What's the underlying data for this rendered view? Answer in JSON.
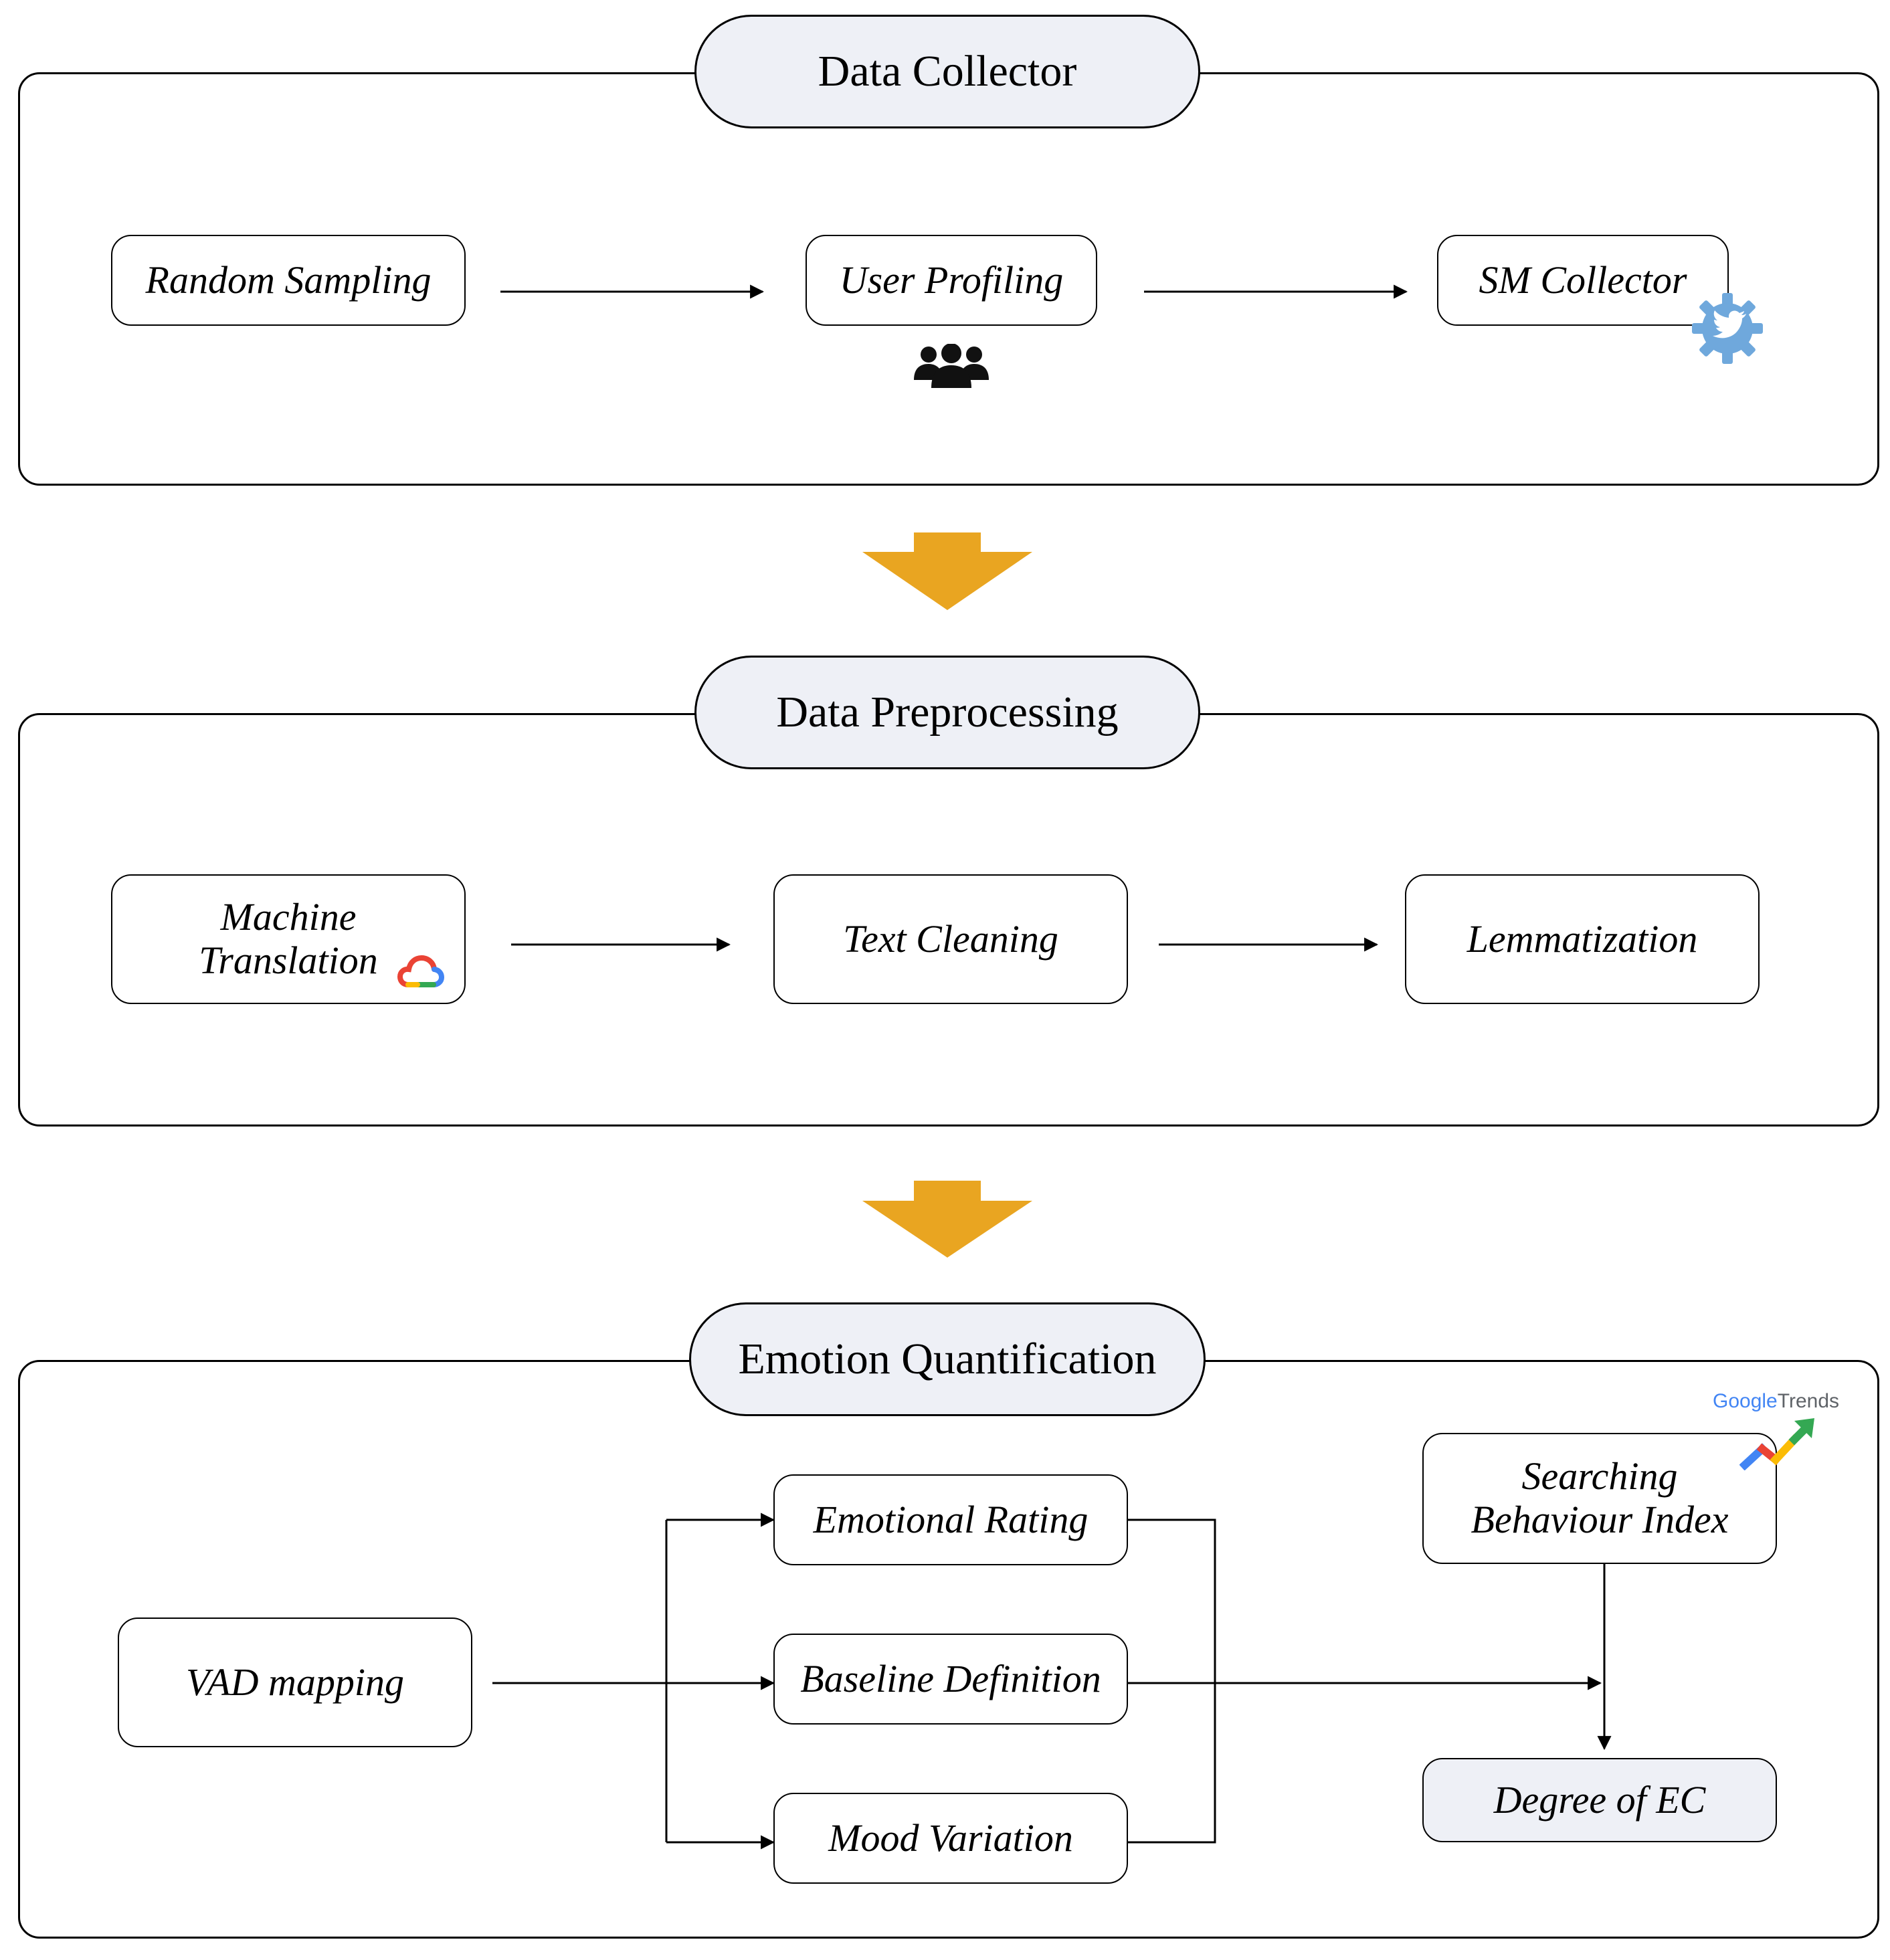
{
  "sections": {
    "collector": {
      "title": "Data Collector"
    },
    "preprocessing": {
      "title": "Data Preprocessing"
    },
    "quantification": {
      "title": "Emotion Quantification"
    }
  },
  "nodes": {
    "random_sampling": "Random Sampling",
    "user_profiling": "User Profiling",
    "sm_collector": "SM Collector",
    "machine_translation": [
      "Machine",
      "Translation"
    ],
    "text_cleaning": "Text Cleaning",
    "lemmatization": "Lemmatization",
    "vad_mapping": "VAD mapping",
    "emotional_rating": "Emotional Rating",
    "baseline_definition": "Baseline Definition",
    "mood_variation": "Mood Variation",
    "searching_behaviour_index": [
      "Searching",
      "Behaviour Index"
    ],
    "degree_of_ec": "Degree of EC"
  },
  "logos": {
    "google_trends": {
      "google": "Google",
      "trends": "Trends"
    }
  },
  "icons": [
    "users-icon",
    "twitter-gear-icon",
    "google-cloud-icon",
    "google-trends-arrow-icon"
  ],
  "colors": {
    "flow_arrow": "#E9A521",
    "pill_fill": "#EEF0F6",
    "twitter_blue": "#6FA8DC"
  }
}
